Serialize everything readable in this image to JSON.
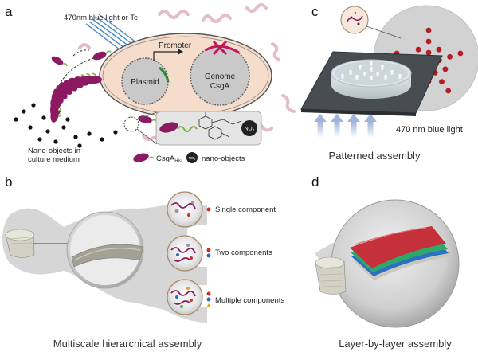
{
  "panels": {
    "a": {
      "label": "a",
      "light_text": "470nm blue light or Tc",
      "promoter": "Promoter",
      "plasmid": "Plasmid",
      "genome_line1": "Genome",
      "genome_line2": "CsgA",
      "nano_line1": "Nano-objects in",
      "nano_line2": "culture medium",
      "csga_label": "CsgA",
      "csga_sub": "His",
      "nano_objects_label": "nano-objects",
      "no2": "NO",
      "no2_sub": "2"
    },
    "b": {
      "label": "b",
      "caption": "Multiscale hierarchical assembly",
      "single": "Single component",
      "two": "Two components",
      "multiple": "Multiple components"
    },
    "c": {
      "label": "c",
      "light": "470 nm blue light",
      "caption": "Patterned assembly"
    },
    "d": {
      "label": "d",
      "caption": "Layer-by-layer assembly"
    }
  },
  "colors": {
    "fiber": "#8c1a62",
    "cell": "#f6dccb",
    "outer_zone": "#d4d4d4",
    "blue_arrow": "#aebfdd",
    "red_dot": "#b51c24"
  }
}
